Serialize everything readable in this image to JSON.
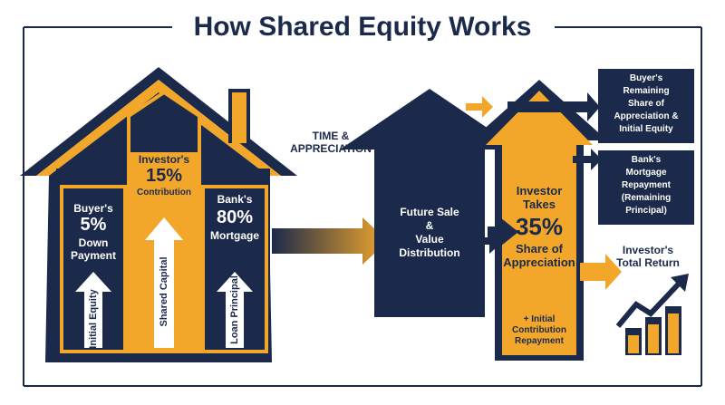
{
  "title": "How Shared Equity Works",
  "house": {
    "buyer": {
      "name": "Buyer's",
      "pct": "5%",
      "line1": "Down",
      "line2": "Payment",
      "arrow": "Initial Equity"
    },
    "investor": {
      "name": "Investor's",
      "pct": "15%",
      "line1": "Contribution",
      "arrow": "Shared Capital"
    },
    "bank": {
      "name": "Bank's",
      "pct": "80%",
      "line1": "Mortgage",
      "arrow": "Loan Principal"
    }
  },
  "time": {
    "line1": "TIME &",
    "line2": "APPRECIATION"
  },
  "future": {
    "line1": "Future Sale",
    "line2": "&",
    "line3": "Value",
    "line4": "Distribution"
  },
  "investor_takes": {
    "line1": "Investor",
    "line2": "Takes",
    "pct": "35%",
    "line3": "Share of",
    "line4": "Appreciation",
    "extra1": "+ Initial",
    "extra2": "Contribution",
    "extra3": "Repayment"
  },
  "buyer_box": {
    "line1": "Buyer's",
    "line2": "Remaining",
    "line3": "Share of",
    "line4": "Appreciation &",
    "line5": "Initial Equity"
  },
  "bank_box": {
    "line1": "Bank's",
    "line2": "Mortgage",
    "line3": "Repayment",
    "line4": "(Remaining",
    "line5": "Principal)"
  },
  "total_return": {
    "line1": "Investor's",
    "line2": "Total Return"
  },
  "colors": {
    "navy": "#1b2a4a",
    "gold": "#f2a72b",
    "white": "#ffffff"
  }
}
